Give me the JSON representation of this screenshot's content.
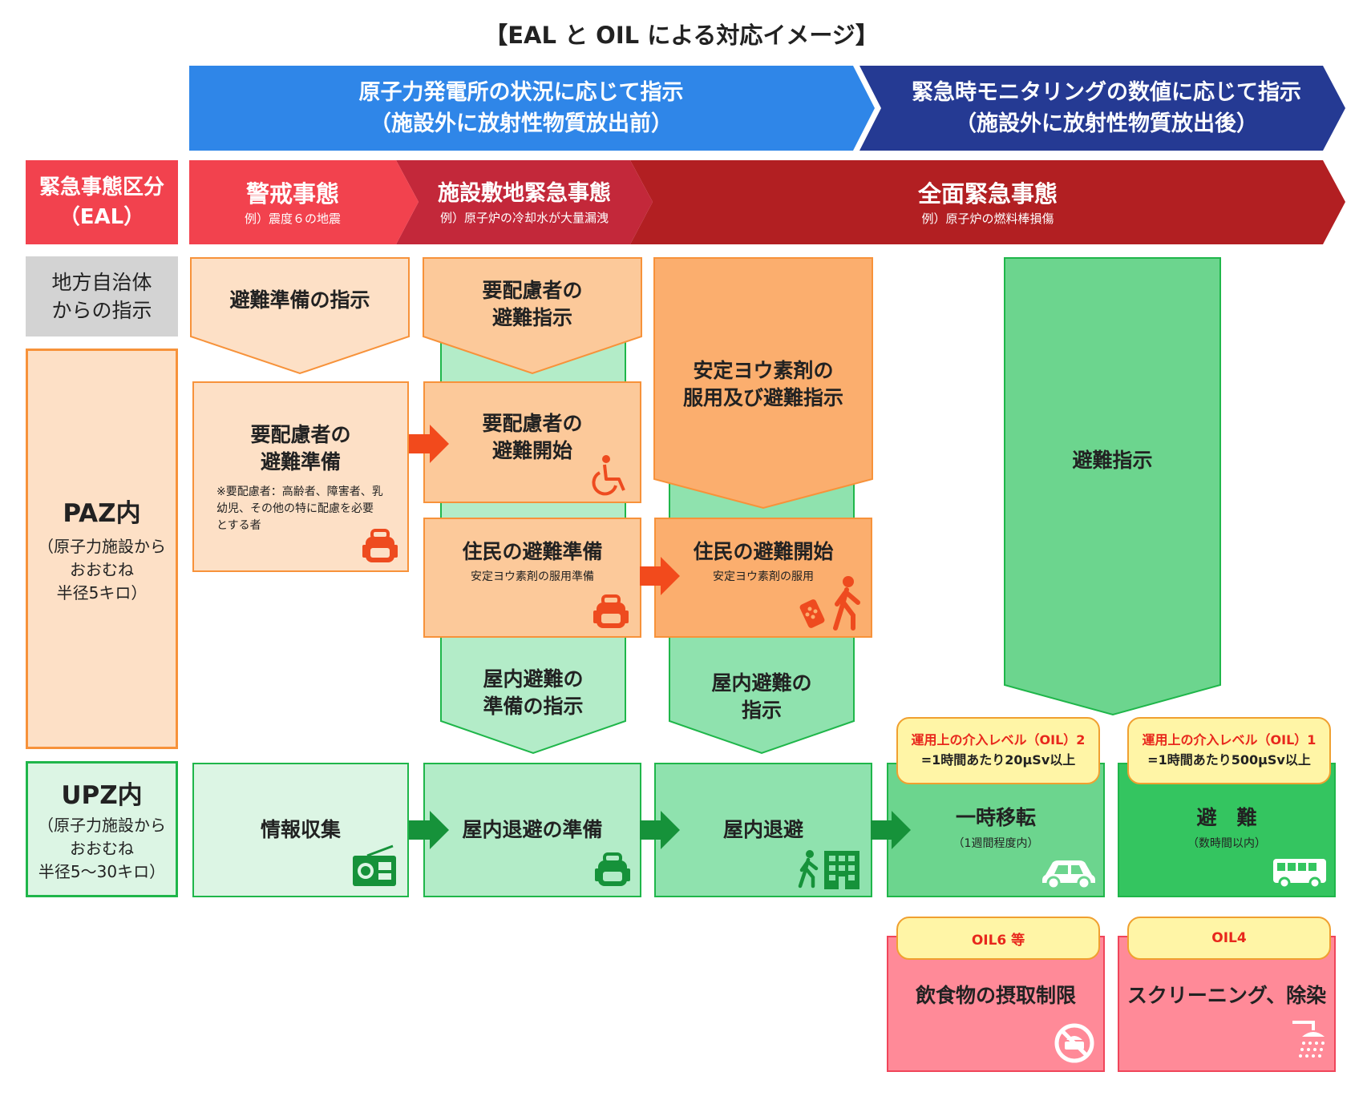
{
  "title": "【EAL と OIL による対応イメージ】",
  "top_banners": {
    "left": {
      "line1": "原子力発電所の状況に応じて指示",
      "line2": "（施設外に放射性物質放出前）",
      "color": "#2f86e8"
    },
    "right": {
      "line1": "緊急時モニタリングの数値に応じて指示",
      "line2": "（施設外に放射性物質放出後）",
      "color": "#253a93"
    }
  },
  "eal": {
    "label_line1": "緊急事態区分",
    "label_line2": "（EAL）",
    "stages": [
      {
        "name": "警戒事態",
        "example": "例）震度６の地震",
        "color": "#f2424e"
      },
      {
        "name": "施設敷地緊急事態",
        "example": "例）原子炉の冷却水が大量漏洩",
        "color": "#c3283a"
      },
      {
        "name": "全面緊急事態",
        "example": "例）原子炉の燃料棒損傷",
        "color": "#b21f22"
      }
    ]
  },
  "rows": {
    "local_gov": {
      "line1": "地方自治体",
      "line2": "からの指示"
    },
    "paz": {
      "title": "PAZ内",
      "sub1": "（原子力施設から",
      "sub2": "おおむね",
      "sub3": "半径5キロ）"
    },
    "upz": {
      "title": "UPZ内",
      "sub1": "（原子力施設から",
      "sub2": "おおむね",
      "sub3": "半径5〜30キロ）"
    }
  },
  "instructions": {
    "evac_prep": "避難準備の指示",
    "vulnerable_evac_1": "要配慮者の",
    "vulnerable_evac_2": "避難指示",
    "iodine_1": "安定ヨウ素剤の",
    "iodine_2": "服用及び避難指示",
    "evac_order": "避難指示",
    "indoor_prep_1": "屋内避難の",
    "indoor_prep_2": "準備の指示",
    "indoor_1": "屋内避難の",
    "indoor_2": "指示"
  },
  "paz_boxes": {
    "vuln_prep_1": "要配慮者の",
    "vuln_prep_2": "避難準備",
    "vuln_note": "※要配慮者：高齢者、障害者、乳幼児、その他の特に配慮を必要とする者",
    "vuln_start_1": "要配慮者の",
    "vuln_start_2": "避難開始",
    "res_prep": "住民の避難準備",
    "res_prep_sub": "安定ヨウ素剤の服用準備",
    "res_start": "住民の避難開始",
    "res_start_sub": "安定ヨウ素剤の服用"
  },
  "upz_boxes": {
    "info": "情報収集",
    "shelter_prep": "屋内退避の準備",
    "shelter": "屋内退避",
    "relocation": "一時移転",
    "relocation_sub": "（1週間程度内）",
    "evacuation": "避　難",
    "evacuation_sub": "（数時間以内）"
  },
  "oil": {
    "oil2_line1": "運用上の介入レベル（OIL）2",
    "oil2_line2": "=1時間あたり20μSv以上",
    "oil1_line1": "運用上の介入レベル（OIL）1",
    "oil1_line2": "=1時間あたり500μSv以上",
    "oil6": "OIL6 等",
    "oil4": "OIL4",
    "food": "飲食物の摂取制限",
    "screening": "スクリーニング、除染"
  },
  "colors": {
    "eal_label": "#f2424e",
    "gray": "#d3d3d3",
    "paz_fill": "#fde0c6",
    "paz_border": "#f7923a",
    "orange_mid": "#fcc99a",
    "orange_dark": "#fbae6e",
    "green_light": "#dcf5e4",
    "green_mid": "#b3ecc8",
    "green_mid2": "#8fe2ae",
    "green_dark": "#6cd58e",
    "green_full": "#34c560",
    "green_border": "#1fb64a",
    "pink": "#ff8a98",
    "pink_border": "#f0455a",
    "yellow": "#fff5a6"
  }
}
